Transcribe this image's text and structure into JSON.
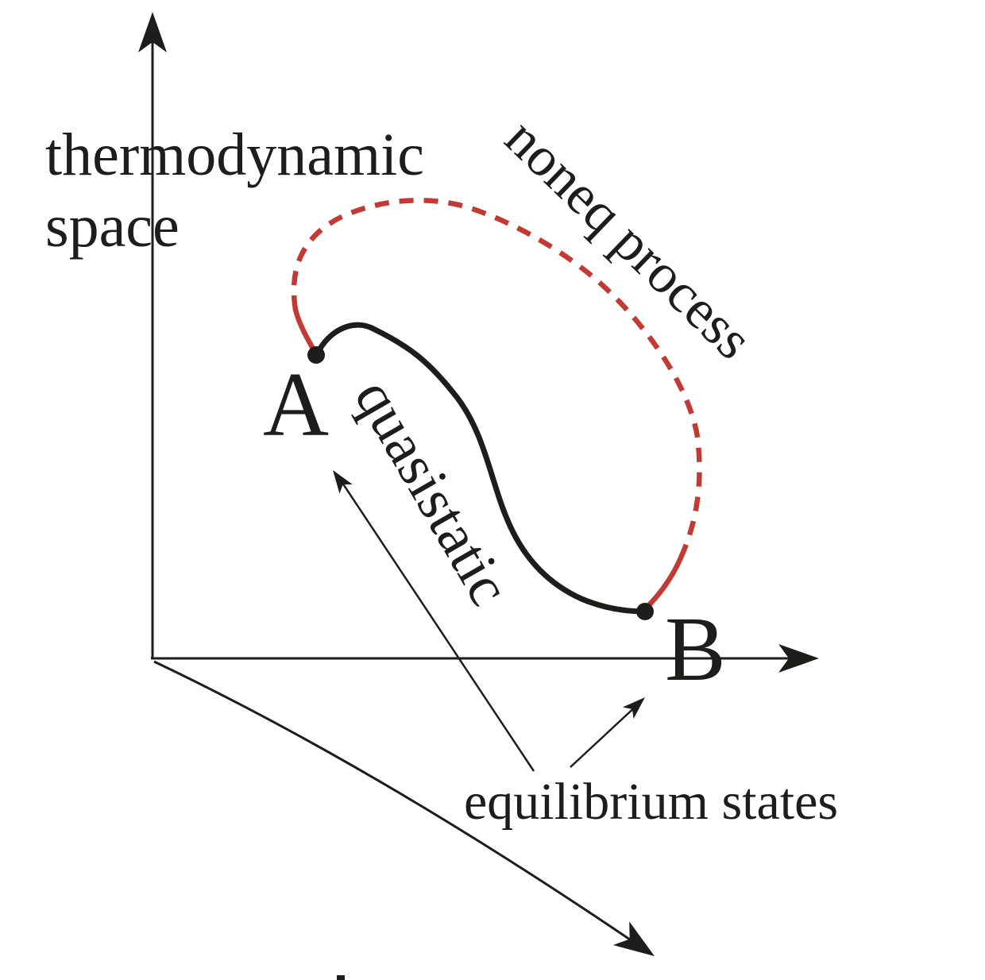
{
  "colors": {
    "ink": "#1d1d1b",
    "process_red": "#c13a33",
    "background": "#ffffff"
  },
  "axis_labels": {
    "thermo_line1": "thermodynamic",
    "thermo_line2": "space"
  },
  "process_labels": {
    "noneq": "noneq process",
    "quasistatic": "quasistatic"
  },
  "state_points": {
    "a": "A",
    "b": "B"
  },
  "annotations": {
    "equilibrium": "equilibrium states"
  }
}
